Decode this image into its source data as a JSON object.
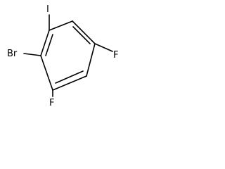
{
  "molecule": {
    "atoms": {
      "iodine": "I",
      "bromine": "Br",
      "fluorine_right": "F",
      "fluorine_bottom": "F"
    }
  }
}
